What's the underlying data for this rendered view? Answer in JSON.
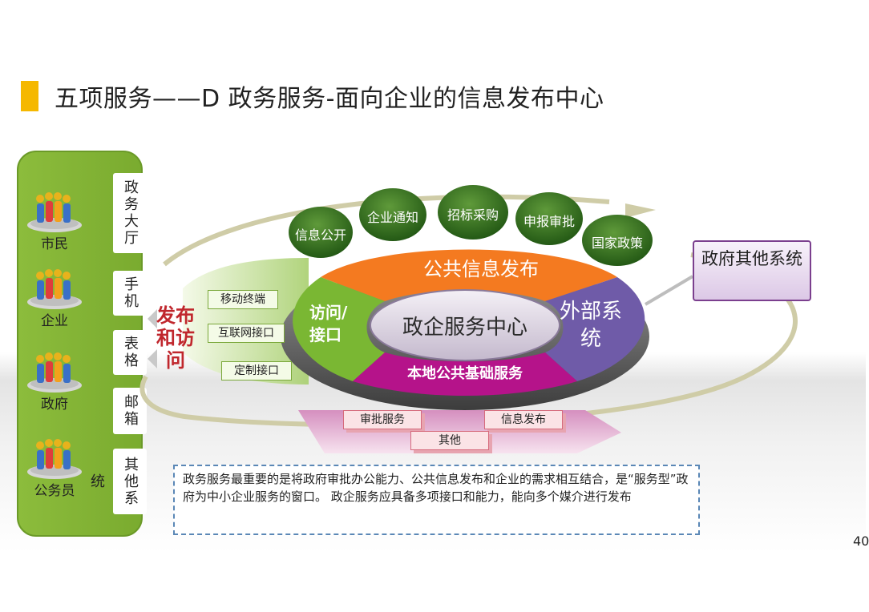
{
  "title": "五项服务——D 政务服务-面向企业的信息发布中心",
  "roles": [
    {
      "label": "市民"
    },
    {
      "label": "企业"
    },
    {
      "label": "政府"
    },
    {
      "label": "公务员"
    }
  ],
  "channels": [
    "政务大厅",
    "手机",
    "表格",
    "邮箱",
    "其他系统"
  ],
  "access_label": "发布和访问",
  "access_items": [
    "移动终端",
    "互联网接口",
    "定制接口"
  ],
  "topics": [
    "信息公开",
    "企业通知",
    "招标采购",
    "申报审批",
    "国家政策"
  ],
  "center": {
    "core": "政企服务中心",
    "top": "公共信息发布",
    "left": "访问/接口",
    "right": "外部系统",
    "bottom": "本地公共基础服务"
  },
  "external": "政府其他系统",
  "local_services": [
    "审批服务",
    "信息发布",
    "其他"
  ],
  "note": "政务服务最重要的是将政府审批办公能力、公共信息发布和企业的需求相互结合，是“服务型”政府为中小企业服务的窗口。 政企服务应具备多项接口和能力，能向多个媒介进行发布",
  "page_number": "40",
  "colors": {
    "accent": "#f5b800",
    "panel_green": "#7aab2f",
    "ring_orange": "#f47a20",
    "ring_green": "#7ab733",
    "ring_purple": "#6f5ba8",
    "ring_magenta": "#b5138a",
    "topic_green": "#2e6b1a",
    "external_purple": "#7b3f8e"
  }
}
